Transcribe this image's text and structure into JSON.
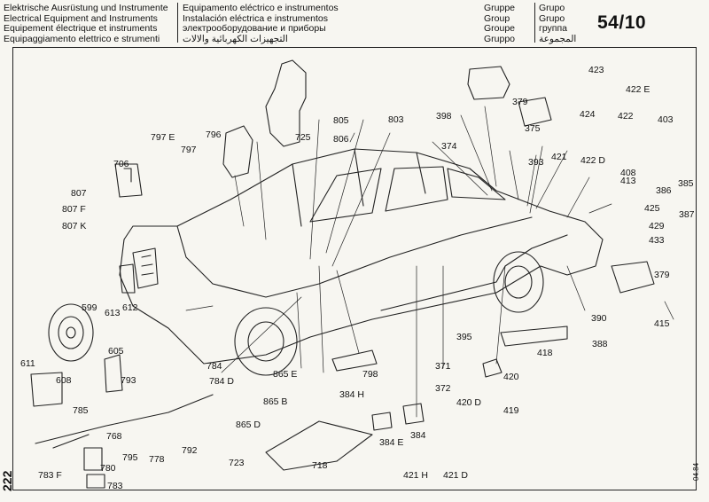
{
  "header": {
    "col1": [
      "Elektrische Ausrüstung und Instrumente",
      "Electrical Equipment and Instruments",
      "Equipement électrique et instruments",
      "Equipaggiamento elettrico e strumenti"
    ],
    "col2": [
      "Equipamento eléctrico e instrumentos",
      "Instalación eléctrica e instrumentos",
      "электрооборудование и приборы",
      "التجهيزات الكهربائية والالات"
    ],
    "col3": [
      "Gruppe",
      "Group",
      "Groupe",
      "Gruppo"
    ],
    "col4": [
      "Grupo",
      "Grupo",
      "группа",
      "المجموعة"
    ],
    "group_number": "54/10"
  },
  "page_number": "222",
  "date_code": "04.84",
  "labels": [
    "423",
    "422 E",
    "424",
    "422",
    "403",
    "379",
    "398",
    "375",
    "805",
    "803",
    "725",
    "796",
    "806",
    "374",
    "797 E",
    "797",
    "393",
    "421",
    "422 D",
    "408",
    "413",
    "385",
    "386",
    "706",
    "807",
    "387",
    "425",
    "807 F",
    "807 K",
    "429",
    "433",
    "379",
    "599",
    "613",
    "612",
    "390",
    "415",
    "395",
    "388",
    "605",
    "418",
    "784",
    "611",
    "608",
    "793",
    "784 D",
    "865 E",
    "798",
    "371",
    "372",
    "420",
    "384 H",
    "865 B",
    "420 D",
    "419",
    "785",
    "384",
    "865 D",
    "384 E",
    "768",
    "795",
    "778",
    "792",
    "723",
    "718",
    "421 H",
    "421 D",
    "780",
    "783 F",
    "783"
  ]
}
